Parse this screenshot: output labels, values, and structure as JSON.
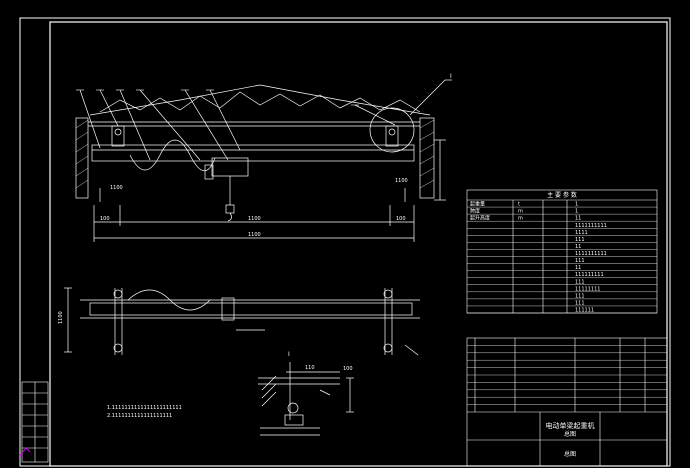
{
  "drawing": {
    "dimensions": {
      "dim_left_offset": "1100",
      "dim_right_offset": "1100",
      "dim_short_left": "100",
      "dim_short_right": "100",
      "dim_span": "1100",
      "dim_overall": "1100",
      "dim_height": "1100",
      "dim_detail_top": "110",
      "dim_detail_right": "100"
    },
    "detail_marker": "I",
    "notes": [
      "1.1111111111111111111111",
      "2.1111111111111111111"
    ],
    "section_marker": "I"
  },
  "spec_table": {
    "title": "主 要 参 数",
    "rows": [
      {
        "label": "起重量",
        "sub": "t",
        "value": "1"
      },
      {
        "label": "跨度",
        "sub": "m",
        "value": "1"
      },
      {
        "label": "起升高度",
        "sub": "m",
        "value": "11"
      },
      {
        "label": "",
        "sub": "",
        "value": "1111111111"
      },
      {
        "label": "",
        "sub": "",
        "value": "1111"
      },
      {
        "label": "",
        "sub": "",
        "value": "111"
      },
      {
        "label": "",
        "sub": "",
        "value": "11"
      },
      {
        "label": "",
        "sub": "",
        "value": "1111111111"
      },
      {
        "label": "",
        "sub": "",
        "value": "111"
      },
      {
        "label": "",
        "sub": "",
        "value": "11"
      },
      {
        "label": "",
        "sub": "",
        "value": "111111111"
      },
      {
        "label": "",
        "sub": "",
        "value": "111"
      },
      {
        "label": "",
        "sub": "",
        "value": "11111111"
      },
      {
        "label": "",
        "sub": "",
        "value": "111"
      },
      {
        "label": "",
        "sub": "",
        "value": "111"
      },
      {
        "label": "",
        "sub": "",
        "value": "111111"
      }
    ]
  },
  "title_block": {
    "drawing_name": "电动单梁起重机",
    "drawing_sub": "总图",
    "bottom_label": "总图"
  }
}
